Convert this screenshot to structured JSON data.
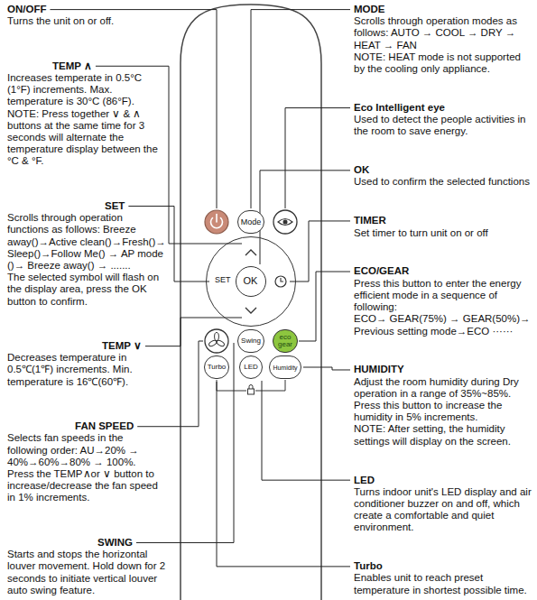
{
  "diagram": {
    "nodes": [
      {
        "text": [
          "Mode"
        ]
      },
      {
        "text": [
          "SET"
        ]
      },
      {
        "text": [
          "OK"
        ],
        "in": 1
      },
      {
        "text": [
          "Swing"
        ]
      },
      {
        "text": [
          "eco gear"
        ]
      },
      {
        "text": [
          "Turbo"
        ]
      },
      {
        "text": [
          "LED"
        ]
      },
      {
        "text": [
          "Humidity"
        ]
      }
    ],
    "labels": [
      "ON/OFF",
      "Turns the unit on or off.",
      "TEMP ∧",
      "Increases temperate in 0.5°C (1°F) increments. Max. temperature is 30°C (86°F).",
      "NOTE: Press together ∨ & ∧ buttons at the same time for 3 seconds will alternate the temperature display between the °C & °F.",
      "SET",
      "Scrolls through operation functions as follows: Breeze away()→Active clean()→Fresh()→ Sleep()→Follow Me() → AP mode ()→ Breeze away() → .......",
      "The selected symbol will flash on the display area, press the OK button to confirm.",
      "TEMP ∨",
      "Decreases temperature in 0.5℃(1℉) increments. Min. temperature is 16℃(60℉).",
      "FAN SPEED",
      "Selects fan speeds in the following order: AU→20% → 40%→60%→80% → 100%.",
      "Press the TEMP∧or ∨ button to increase/decrease the fan speed in 1% increments.",
      "SWING",
      "Starts and stops the horizontal louver movement. Hold down for 2 seconds to initiate vertical louver auto swing feature.",
      "MODE",
      "Scrolls through operation modes as follows: AUTO → COOL → DRY → HEAT → FAN",
      "NOTE: HEAT mode is not supported by the cooling only appliance.",
      "Eco Intelligent eye",
      "Used to detect the people activities in the room to save energy.",
      "OK",
      "Used to confirm the selected functions",
      "TIMER",
      "Set timer to turn unit on or off",
      "ECO/GEAR",
      "Press this button to enter the energy efficient mode in a sequence of following:",
      "ECO→ GEAR(75%) → GEAR(50%)→ Previous setting mode→ECO ······",
      "HUMIDITY",
      "Adjust the room humidity during Dry operation in a range of 35%~85%. Press this button to increase the humidity in 5% increments.",
      "NOTE: After setting, the humidity settings will display on the screen.",
      "LED",
      "Turns indoor unit's LED display and air conditioner buzzer on and off, which create a comfortable and quiet environment.",
      "Turbo",
      "Enables unit to reach preset temperature in shortest possible time."
    ]
  }
}
